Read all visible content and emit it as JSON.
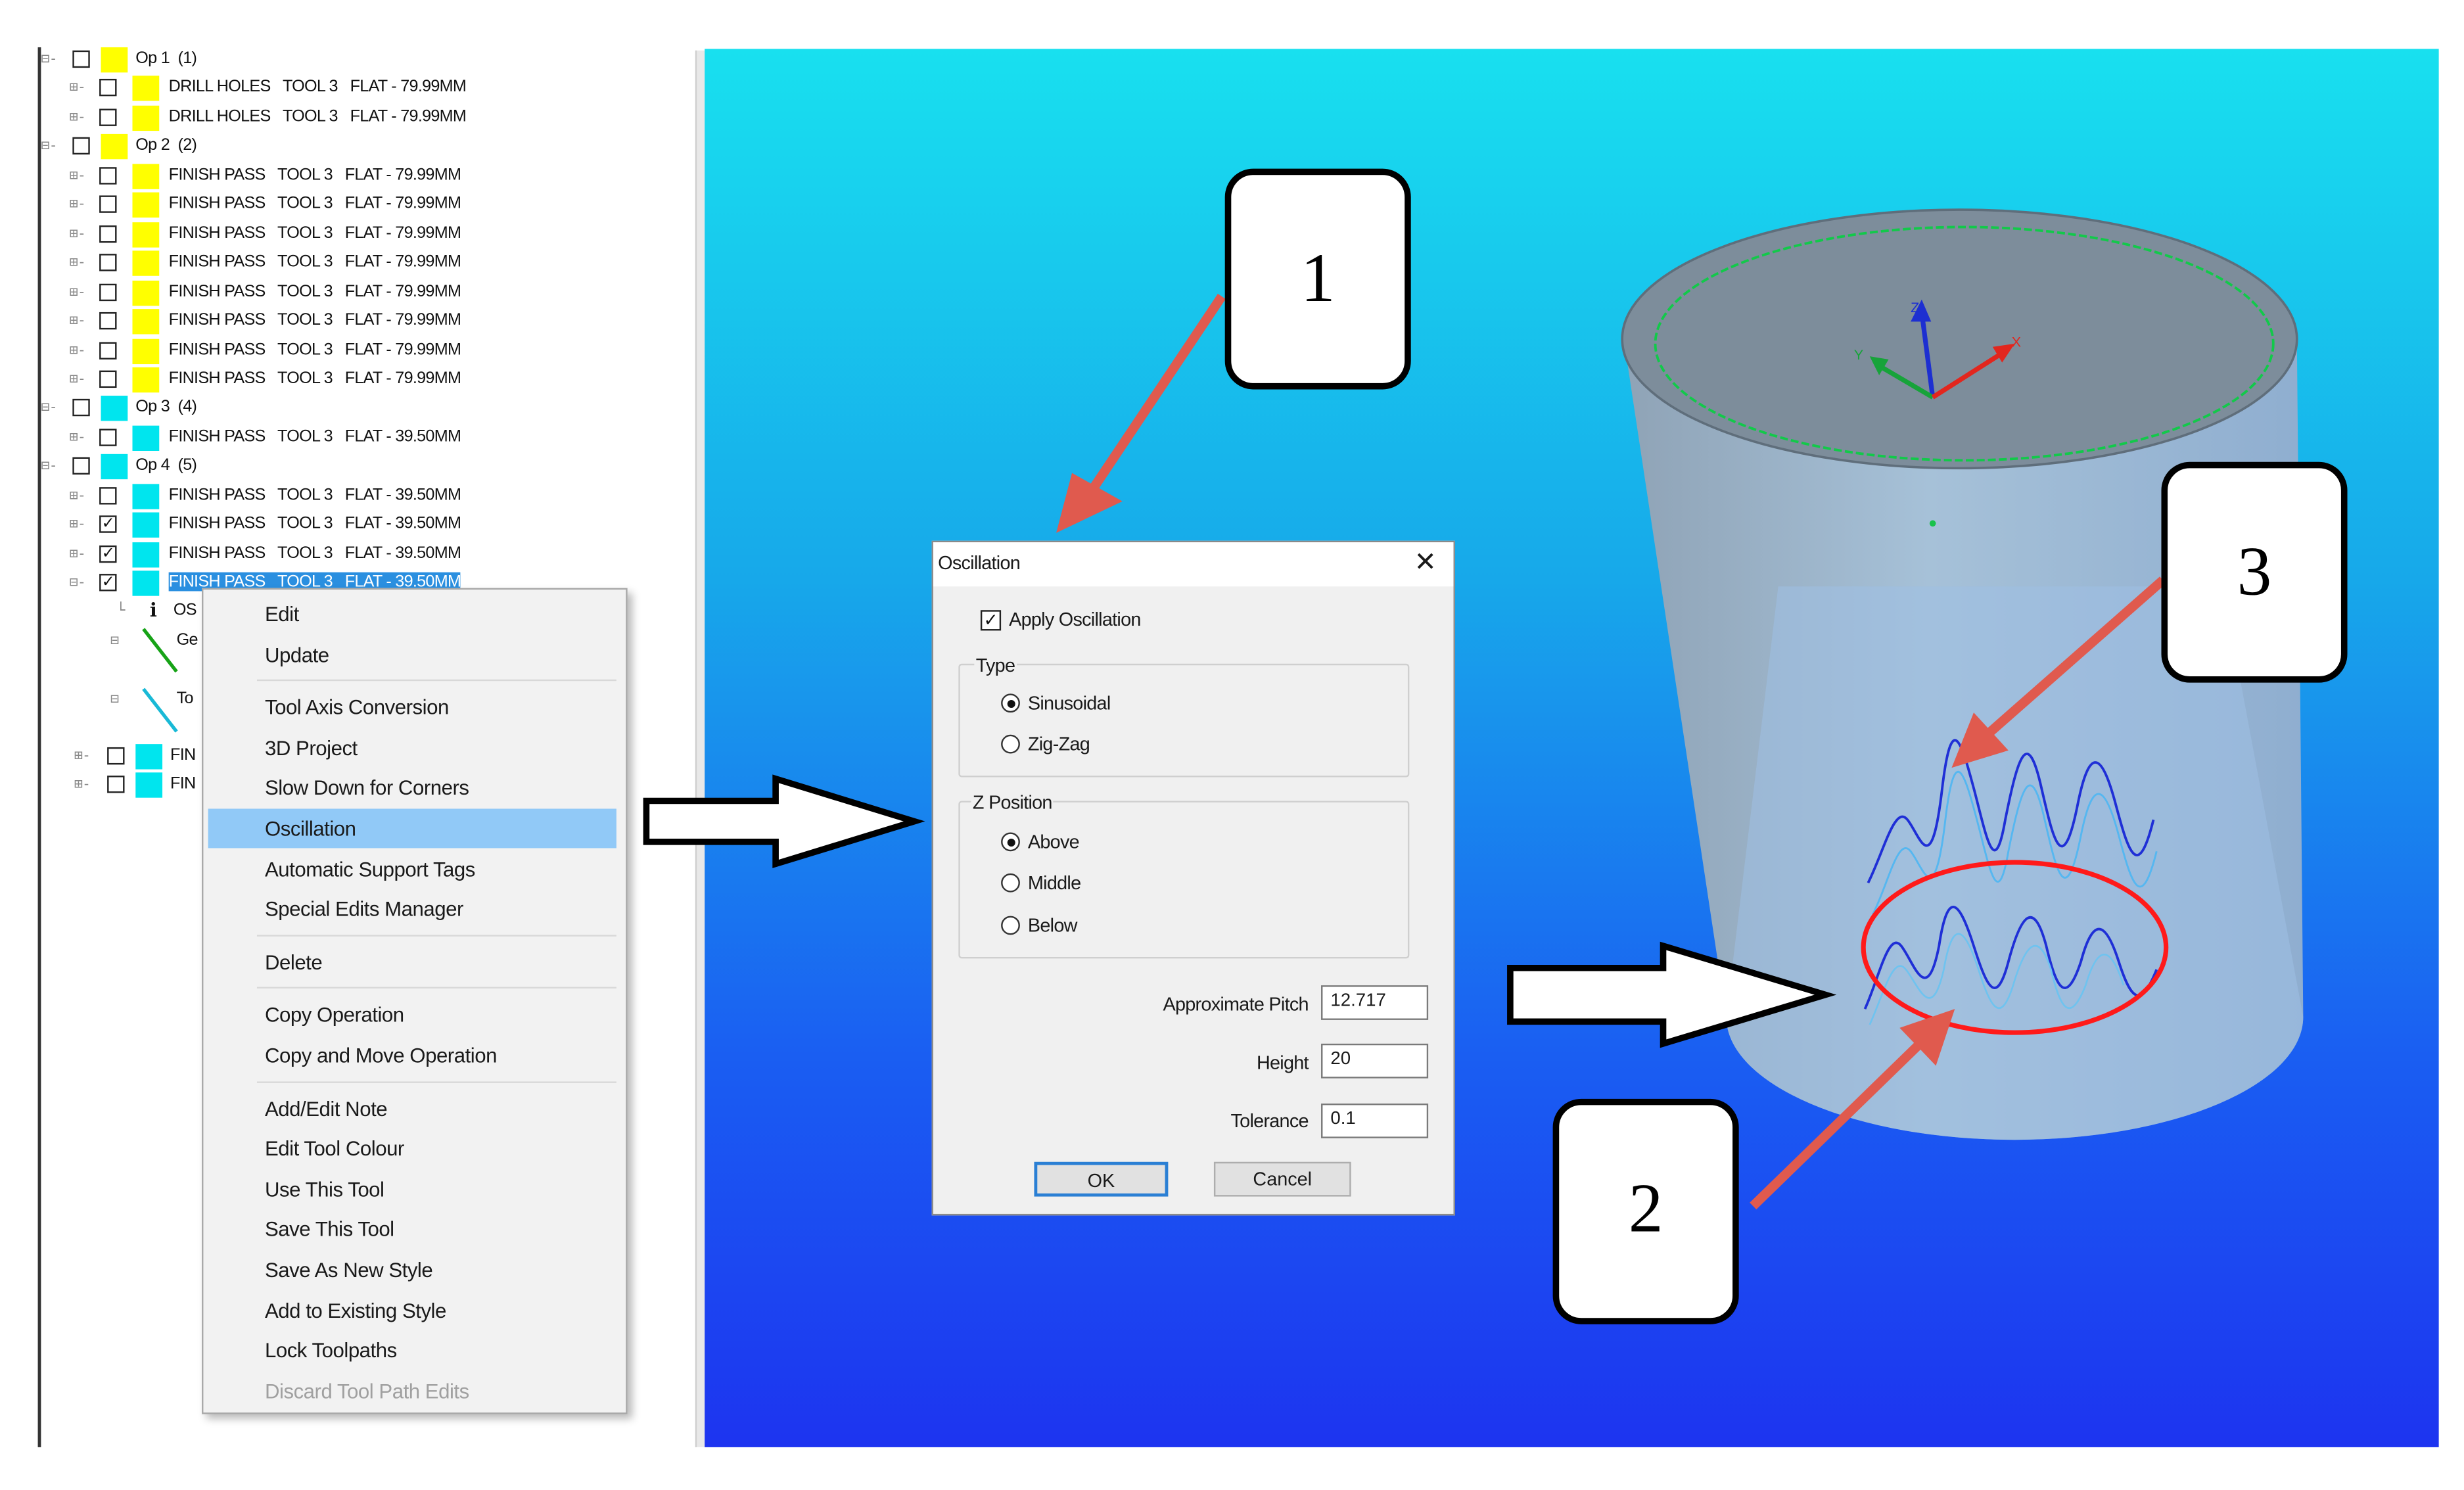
{
  "tree": {
    "rows": [
      {
        "kind": "op",
        "text": "Op 1  (1)",
        "color": "#ffff00",
        "checked": false,
        "expander": "⊟-"
      },
      {
        "kind": "item",
        "text": "DRILL HOLES   TOOL 3   FLAT - 79.99MM",
        "color": "#ffff00",
        "checked": false,
        "expander": "⊞-"
      },
      {
        "kind": "item",
        "text": "DRILL HOLES   TOOL 3   FLAT - 79.99MM",
        "color": "#ffff00",
        "checked": false,
        "expander": "⊞-"
      },
      {
        "kind": "op",
        "text": "Op 2  (2)",
        "color": "#ffff00",
        "checked": false,
        "expander": "⊟-"
      },
      {
        "kind": "item",
        "text": "FINISH PASS   TOOL 3   FLAT - 79.99MM",
        "color": "#ffff00",
        "checked": false,
        "expander": "⊞-"
      },
      {
        "kind": "item",
        "text": "FINISH PASS   TOOL 3   FLAT - 79.99MM",
        "color": "#ffff00",
        "checked": false,
        "expander": "⊞-"
      },
      {
        "kind": "item",
        "text": "FINISH PASS   TOOL 3   FLAT - 79.99MM",
        "color": "#ffff00",
        "checked": false,
        "expander": "⊞-"
      },
      {
        "kind": "item",
        "text": "FINISH PASS   TOOL 3   FLAT - 79.99MM",
        "color": "#ffff00",
        "checked": false,
        "expander": "⊞-"
      },
      {
        "kind": "item",
        "text": "FINISH PASS   TOOL 3   FLAT - 79.99MM",
        "color": "#ffff00",
        "checked": false,
        "expander": "⊞-"
      },
      {
        "kind": "item",
        "text": "FINISH PASS   TOOL 3   FLAT - 79.99MM",
        "color": "#ffff00",
        "checked": false,
        "expander": "⊞-"
      },
      {
        "kind": "item",
        "text": "FINISH PASS   TOOL 3   FLAT - 79.99MM",
        "color": "#ffff00",
        "checked": false,
        "expander": "⊞-"
      },
      {
        "kind": "item",
        "text": "FINISH PASS   TOOL 3   FLAT - 79.99MM",
        "color": "#ffff00",
        "checked": false,
        "expander": "⊞-"
      },
      {
        "kind": "op",
        "text": "Op 3  (4)",
        "color": "#00e5ee",
        "checked": false,
        "expander": "⊟-"
      },
      {
        "kind": "item",
        "text": "FINISH PASS   TOOL 3   FLAT - 39.50MM",
        "color": "#00e5ee",
        "checked": false,
        "expander": "⊞-"
      },
      {
        "kind": "op",
        "text": "Op 4  (5)",
        "color": "#00e5ee",
        "checked": false,
        "expander": "⊟-"
      },
      {
        "kind": "item",
        "text": "FINISH PASS   TOOL 3   FLAT - 39.50MM",
        "color": "#00e5ee",
        "checked": false,
        "expander": "⊞-"
      },
      {
        "kind": "item",
        "text": "FINISH PASS   TOOL 3   FLAT - 39.50MM",
        "color": "#00e5ee",
        "checked": true,
        "expander": "⊞-"
      },
      {
        "kind": "item",
        "text": "FINISH PASS   TOOL 3   FLAT - 39.50MM",
        "color": "#00e5ee",
        "checked": true,
        "expander": "⊞-"
      },
      {
        "kind": "item",
        "text": "FINISH PASS   TOOL 3   FLAT - 39.50MM",
        "color": "#00e5ee",
        "checked": true,
        "expander": "⊟-",
        "selected": true
      }
    ],
    "subrows": [
      {
        "text": "OS",
        "icon": "info-icon"
      },
      {
        "text": "Ge",
        "icon": "toolpath-icon"
      },
      {
        "text": "To",
        "icon": "toolpath-icon"
      }
    ],
    "bottom_rows": [
      {
        "text": "FIN",
        "color": "#00e5ee",
        "checked": false,
        "expander": "⊞-"
      },
      {
        "text": "FIN",
        "color": "#00e5ee",
        "checked": false,
        "expander": "⊞-"
      }
    ]
  },
  "context_menu": {
    "groups": [
      [
        "Edit",
        "Update"
      ],
      [
        "Tool Axis Conversion",
        "3D Project",
        "Slow Down for Corners",
        "Oscillation",
        "Automatic Support Tags",
        "Special Edits Manager"
      ],
      [
        "Delete"
      ],
      [
        "Copy Operation",
        "Copy and Move Operation"
      ],
      [
        "Add/Edit Note",
        "Edit Tool Colour",
        "Use This Tool",
        "Save This Tool",
        "Save As New Style",
        "Add to Existing Style",
        "Lock Toolpaths",
        "Discard Tool Path Edits"
      ]
    ],
    "highlighted": "Oscillation",
    "disabled": [
      "Discard Tool Path Edits"
    ]
  },
  "dialog": {
    "title": "Oscillation",
    "close_glyph": "✕",
    "apply_label": "Apply Oscillation",
    "apply_checked": true,
    "type_group": "Type",
    "type_options": [
      "Sinusoidal",
      "Zig-Zag"
    ],
    "type_selected": "Sinusoidal",
    "z_group": "Z Position",
    "z_options": [
      "Above",
      "Middle",
      "Below"
    ],
    "z_selected": "Above",
    "pitch_label": "Approximate Pitch",
    "pitch_value": "12.717",
    "height_label": "Height",
    "height_value": "20",
    "tolerance_label": "Tolerance",
    "tolerance_value": "0.1",
    "ok_label": "OK",
    "cancel_label": "Cancel"
  },
  "callouts": {
    "one": "1",
    "two": "2",
    "three": "3"
  },
  "axes": {
    "z": "Z",
    "y": "Y",
    "x": "X"
  },
  "colors": {
    "selection": "#2a8fe0",
    "menu_highlight": "#91c9f7",
    "arrow_red": "#e05a4e",
    "ellipse_red": "#ff1a1a",
    "toolpath_blue": "#1f2fd6"
  }
}
